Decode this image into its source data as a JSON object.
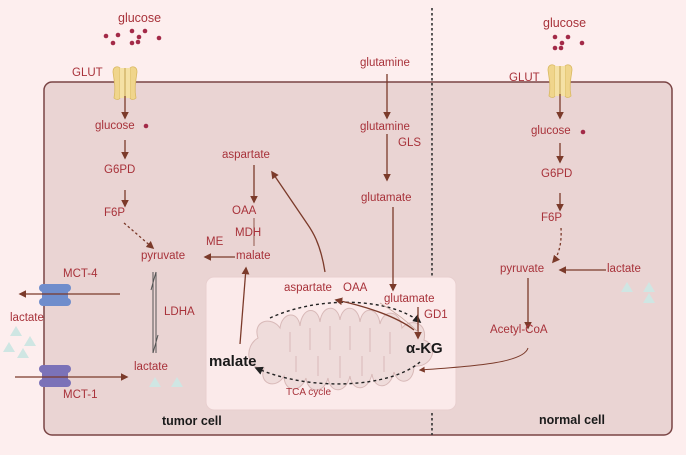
{
  "colors": {
    "background": "#fdeeee",
    "cell_fill": "#ead4d3",
    "cell_border": "#7a4444",
    "mito_box": "#fbeaea",
    "mito_fill": "#efdcdb",
    "label": "#a8323a",
    "arrow": "#7b3a2a",
    "glut": "#f0d58c",
    "mct4": "#6f8dcc",
    "mct1": "#7b72b8",
    "lactate_triangle": "#cfe6e3",
    "glucose_dot": "#a32a48"
  },
  "tumor_cell": {
    "title": "tumor cell",
    "extracellular_glucose": "glucose",
    "transporter": "GLUT",
    "glucose": "glucose",
    "g6pd": "G6PD",
    "f6p": "F6P",
    "pyruvate": "pyruvate",
    "enzyme_me": "ME",
    "ldha": "LDHA",
    "lactate": "lactate",
    "mct4": "MCT-4",
    "mct1": "MCT-1",
    "extracellular_lactate": "lactate",
    "aspartate": "aspartate",
    "oaa": "OAA",
    "mdh": "MDH",
    "malate": "malate",
    "extracellular_glutamine": "glutamine",
    "glutamine": "glutamine",
    "gls": "GLS",
    "glutamate": "glutamate"
  },
  "mitochondrion": {
    "aspartate": "aspartate",
    "oaa": "OAA",
    "glutamate": "glutamate",
    "gd1": "GD1",
    "akg": "α-KG",
    "malate": "malate",
    "cycle": "TCA cycle"
  },
  "normal_cell": {
    "title": "normal cell",
    "extracellular_glucose": "glucose",
    "transporter": "GLUT",
    "glucose": "glucose",
    "g6pd": "G6PD",
    "f6p": "F6P",
    "pyruvate": "pyruvate",
    "lactate": "lactate",
    "acetyl_coa": "Acetyl-CoA"
  }
}
